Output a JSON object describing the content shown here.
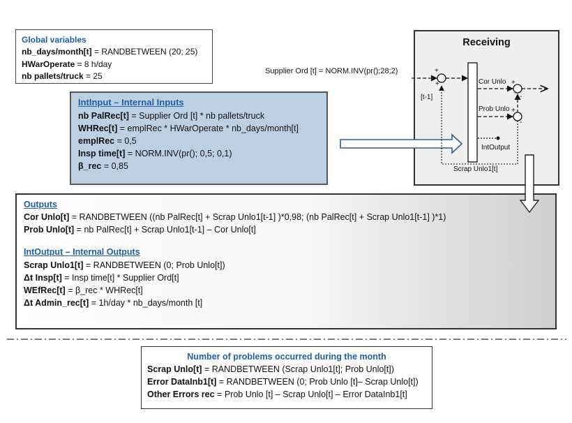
{
  "global": {
    "title": "Global variables",
    "lines": [
      {
        "label": "nb_days/month[t]",
        "expr": " = RANDBETWEEN (20; 25)"
      },
      {
        "label": "HWarOperate",
        "expr": " = 8 h/day"
      },
      {
        "label": "nb pallets/truck",
        "expr": " = 25"
      }
    ]
  },
  "intinput": {
    "title": "IntInput – Internal Inputs",
    "lines": [
      {
        "label": "nb PalRec[t]",
        "expr": " = Supplier Ord [t] * nb pallets/truck"
      },
      {
        "label": "WHRec[t]",
        "expr": " = emplRec * HWarOperate * nb_days/month[t]"
      },
      {
        "label": "emplRec",
        "expr": " = 0,5"
      },
      {
        "label": "Insp time[t]",
        "expr": " = NORM.INV(pr(); 0,5; 0,1)"
      },
      {
        "label": "β_rec",
        "expr": " = 0,85"
      }
    ]
  },
  "receiving": {
    "title": "Receiving",
    "supplier_ord": "Supplier Ord [t] = NORM.INV(pr();28;2)",
    "t_minus_1": "[t-1]",
    "cor_unlo": "Cor Unlo",
    "prob_unlo": "Prob Unlo",
    "int_output": "IntOutput",
    "scrap_unlo": "Scrap Unlo1[t]",
    "plus": "+",
    "minus": "-"
  },
  "outputs": {
    "title": "Outputs",
    "lines": [
      {
        "label": "Cor Unlo[t]",
        "expr": " = RANDBETWEEN ((nb PalRec[t] + Scrap Unlo1[t-1] )*0,98; (nb PalRec[t] + Scrap Unlo1[t-1] )*1)"
      },
      {
        "label": "Prob Unlo[t]",
        "expr": " = nb PalRec[t] + Scrap Unlo1[t-1] – Cor Unlo[t]"
      }
    ],
    "intoutput_title": "IntOutput – Internal Outputs",
    "intoutput_lines": [
      {
        "label": "Scrap Unlo1[t]",
        "expr": " = RANDBETWEEN (0; Prob Unlo[t])"
      },
      {
        "label": "Δt Insp[t]",
        "expr": " = Insp time[t] * Supplier Ord[t]"
      },
      {
        "label": "WEfRec[t]",
        "expr": " = β_rec  * WHRec[t]"
      },
      {
        "label": "Δt Admin_rec[t]",
        "expr": " = 1h/day * nb_days/month [t]"
      }
    ]
  },
  "problems": {
    "title": "Number of problems occurred during the month",
    "lines": [
      {
        "label": "Scrap Unlo[t]",
        "expr": " = RANDBETWEEN (Scrap Unlo1[t]; Prob Unlo[t])"
      },
      {
        "label": "Error DataInb1[t]",
        "expr": " = RANDBETWEEN (0; Prob Unlo [t]– Scrap Unlo[t])"
      },
      {
        "label": "Other Errors rec",
        "expr": " = Prob Unlo [t] – Scrap Unlo[t] – Error DataInb1[t]"
      }
    ]
  }
}
